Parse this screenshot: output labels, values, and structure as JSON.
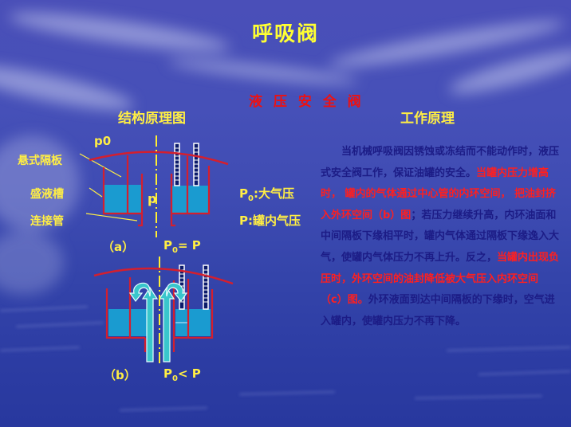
{
  "slide": {
    "title": "呼吸阀",
    "subtitle": "液 压 安 全 阀",
    "left_header": "结构原理图",
    "right_header": "工作原理"
  },
  "diagram": {
    "labels": {
      "partition": "悬式隔板",
      "tank": "盛液槽",
      "pipe": "连接管",
      "p0": "p0",
      "p": "p"
    },
    "figure_a": {
      "caption": "（a）",
      "relation_main": "P",
      "relation_sub": "0",
      "relation_rest": "= P"
    },
    "figure_b": {
      "caption": "（b）",
      "relation_main": "P",
      "relation_sub": "0",
      "relation_rest": "< P"
    },
    "legend": {
      "p0_main": "P",
      "p0_sub": "0",
      "p0_text": ":大气压",
      "p_text": "P:罐内气压"
    },
    "colors": {
      "wall": "#d41f2e",
      "liquid": "#1a9bd0",
      "arrow": "#39c6cc",
      "centerline": "#ffee33",
      "pointer": "#ffee44"
    }
  },
  "principle": {
    "segments": [
      {
        "text": "当机械呼吸阀因锈蚀或冻结而不能动作时，液压式安全阀工作，保证油罐的安全。",
        "highlight": false
      },
      {
        "text": "当罐内压力增高时，  罐内的气体通过中心管的内环空间，  把油封挤入外环空间（b）图",
        "highlight": true
      },
      {
        "text": "；若压力继续升高，内环油面和中间隔板下缘相平时，罐内气体通过隔板下缘逸入大气，使罐内气体压力不再上升。反之，",
        "highlight": false
      },
      {
        "text": "当罐内出现负压时，外环空间的油封降低被大气压入内环空间（c）图。",
        "highlight": true
      },
      {
        "text": "外环液面到达中间隔板的下缘时，空气进入罐内，使罐内压力不再下降。",
        "highlight": false
      }
    ]
  }
}
